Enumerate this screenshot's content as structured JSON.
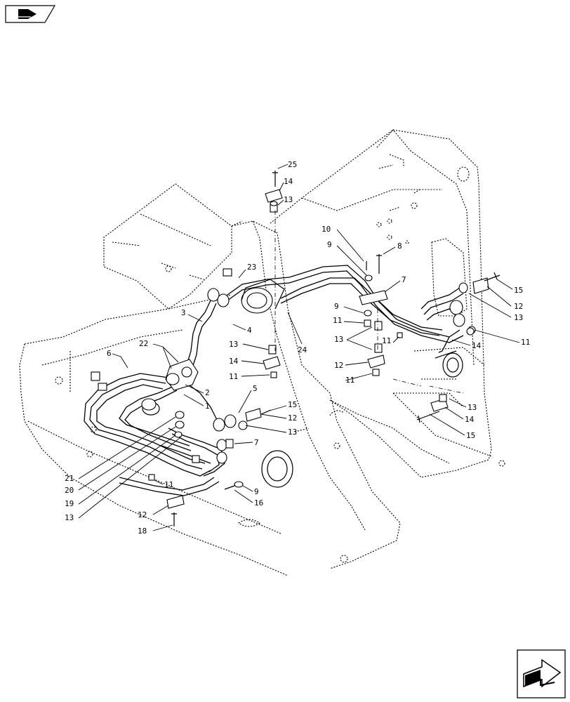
{
  "nav": {
    "top_left_icon": "book-icon",
    "bottom_right_icon": "next-page-arrow-icon"
  },
  "callouts": [
    "25",
    "14",
    "13",
    "10",
    "9",
    "8",
    "7",
    "15",
    "12",
    "13",
    "11",
    "23",
    "3",
    "4",
    "24",
    "9",
    "11",
    "13",
    "14",
    "12",
    "11",
    "22",
    "13",
    "14",
    "11",
    "6",
    "2",
    "1",
    "5",
    "15",
    "12",
    "13",
    "7",
    "21",
    "20",
    "19",
    "13",
    "11",
    "9",
    "16",
    "12",
    "18",
    "13",
    "14",
    "15",
    "11"
  ]
}
